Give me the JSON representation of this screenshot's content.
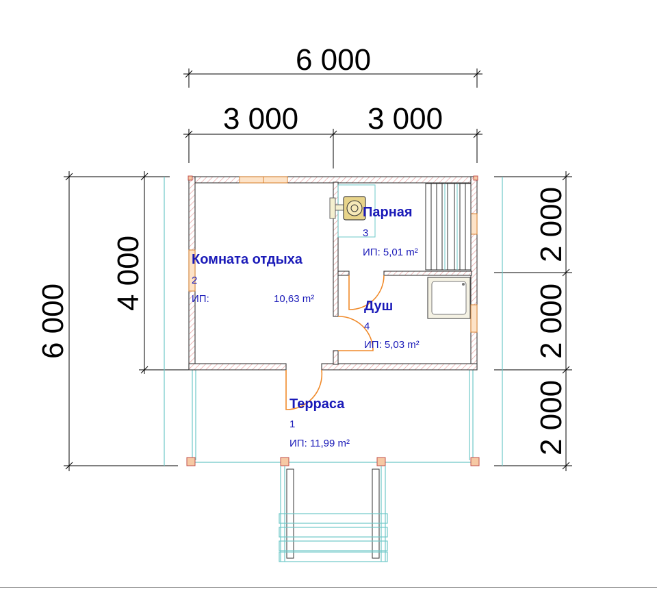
{
  "dimensions": {
    "top_total": "6 000",
    "top_left": "3 000",
    "top_right": "3 000",
    "left_total": "6 000",
    "left_inner": "4 000",
    "right_1": "2 000",
    "right_2": "2 000",
    "right_3": "2 000"
  },
  "rooms": {
    "rest": {
      "name": "Комната отдыха",
      "number": "2",
      "area_label": "ИП:",
      "area_value": "10,63 m²"
    },
    "steam": {
      "name": "Парная",
      "number": "3",
      "area": "ИП: 5,01 m²"
    },
    "shower": {
      "name": "Душ",
      "number": "4",
      "area": "ИП: 5,03 m²"
    },
    "terrace": {
      "name": "Терраса",
      "number": "1",
      "area": "ИП: 11,99 m²"
    }
  },
  "colors": {
    "room_text": "#1a1ab8",
    "door": "#f08a2a",
    "stairs": "#6ec8c8",
    "wall_hatch": "#e8a0a0"
  }
}
